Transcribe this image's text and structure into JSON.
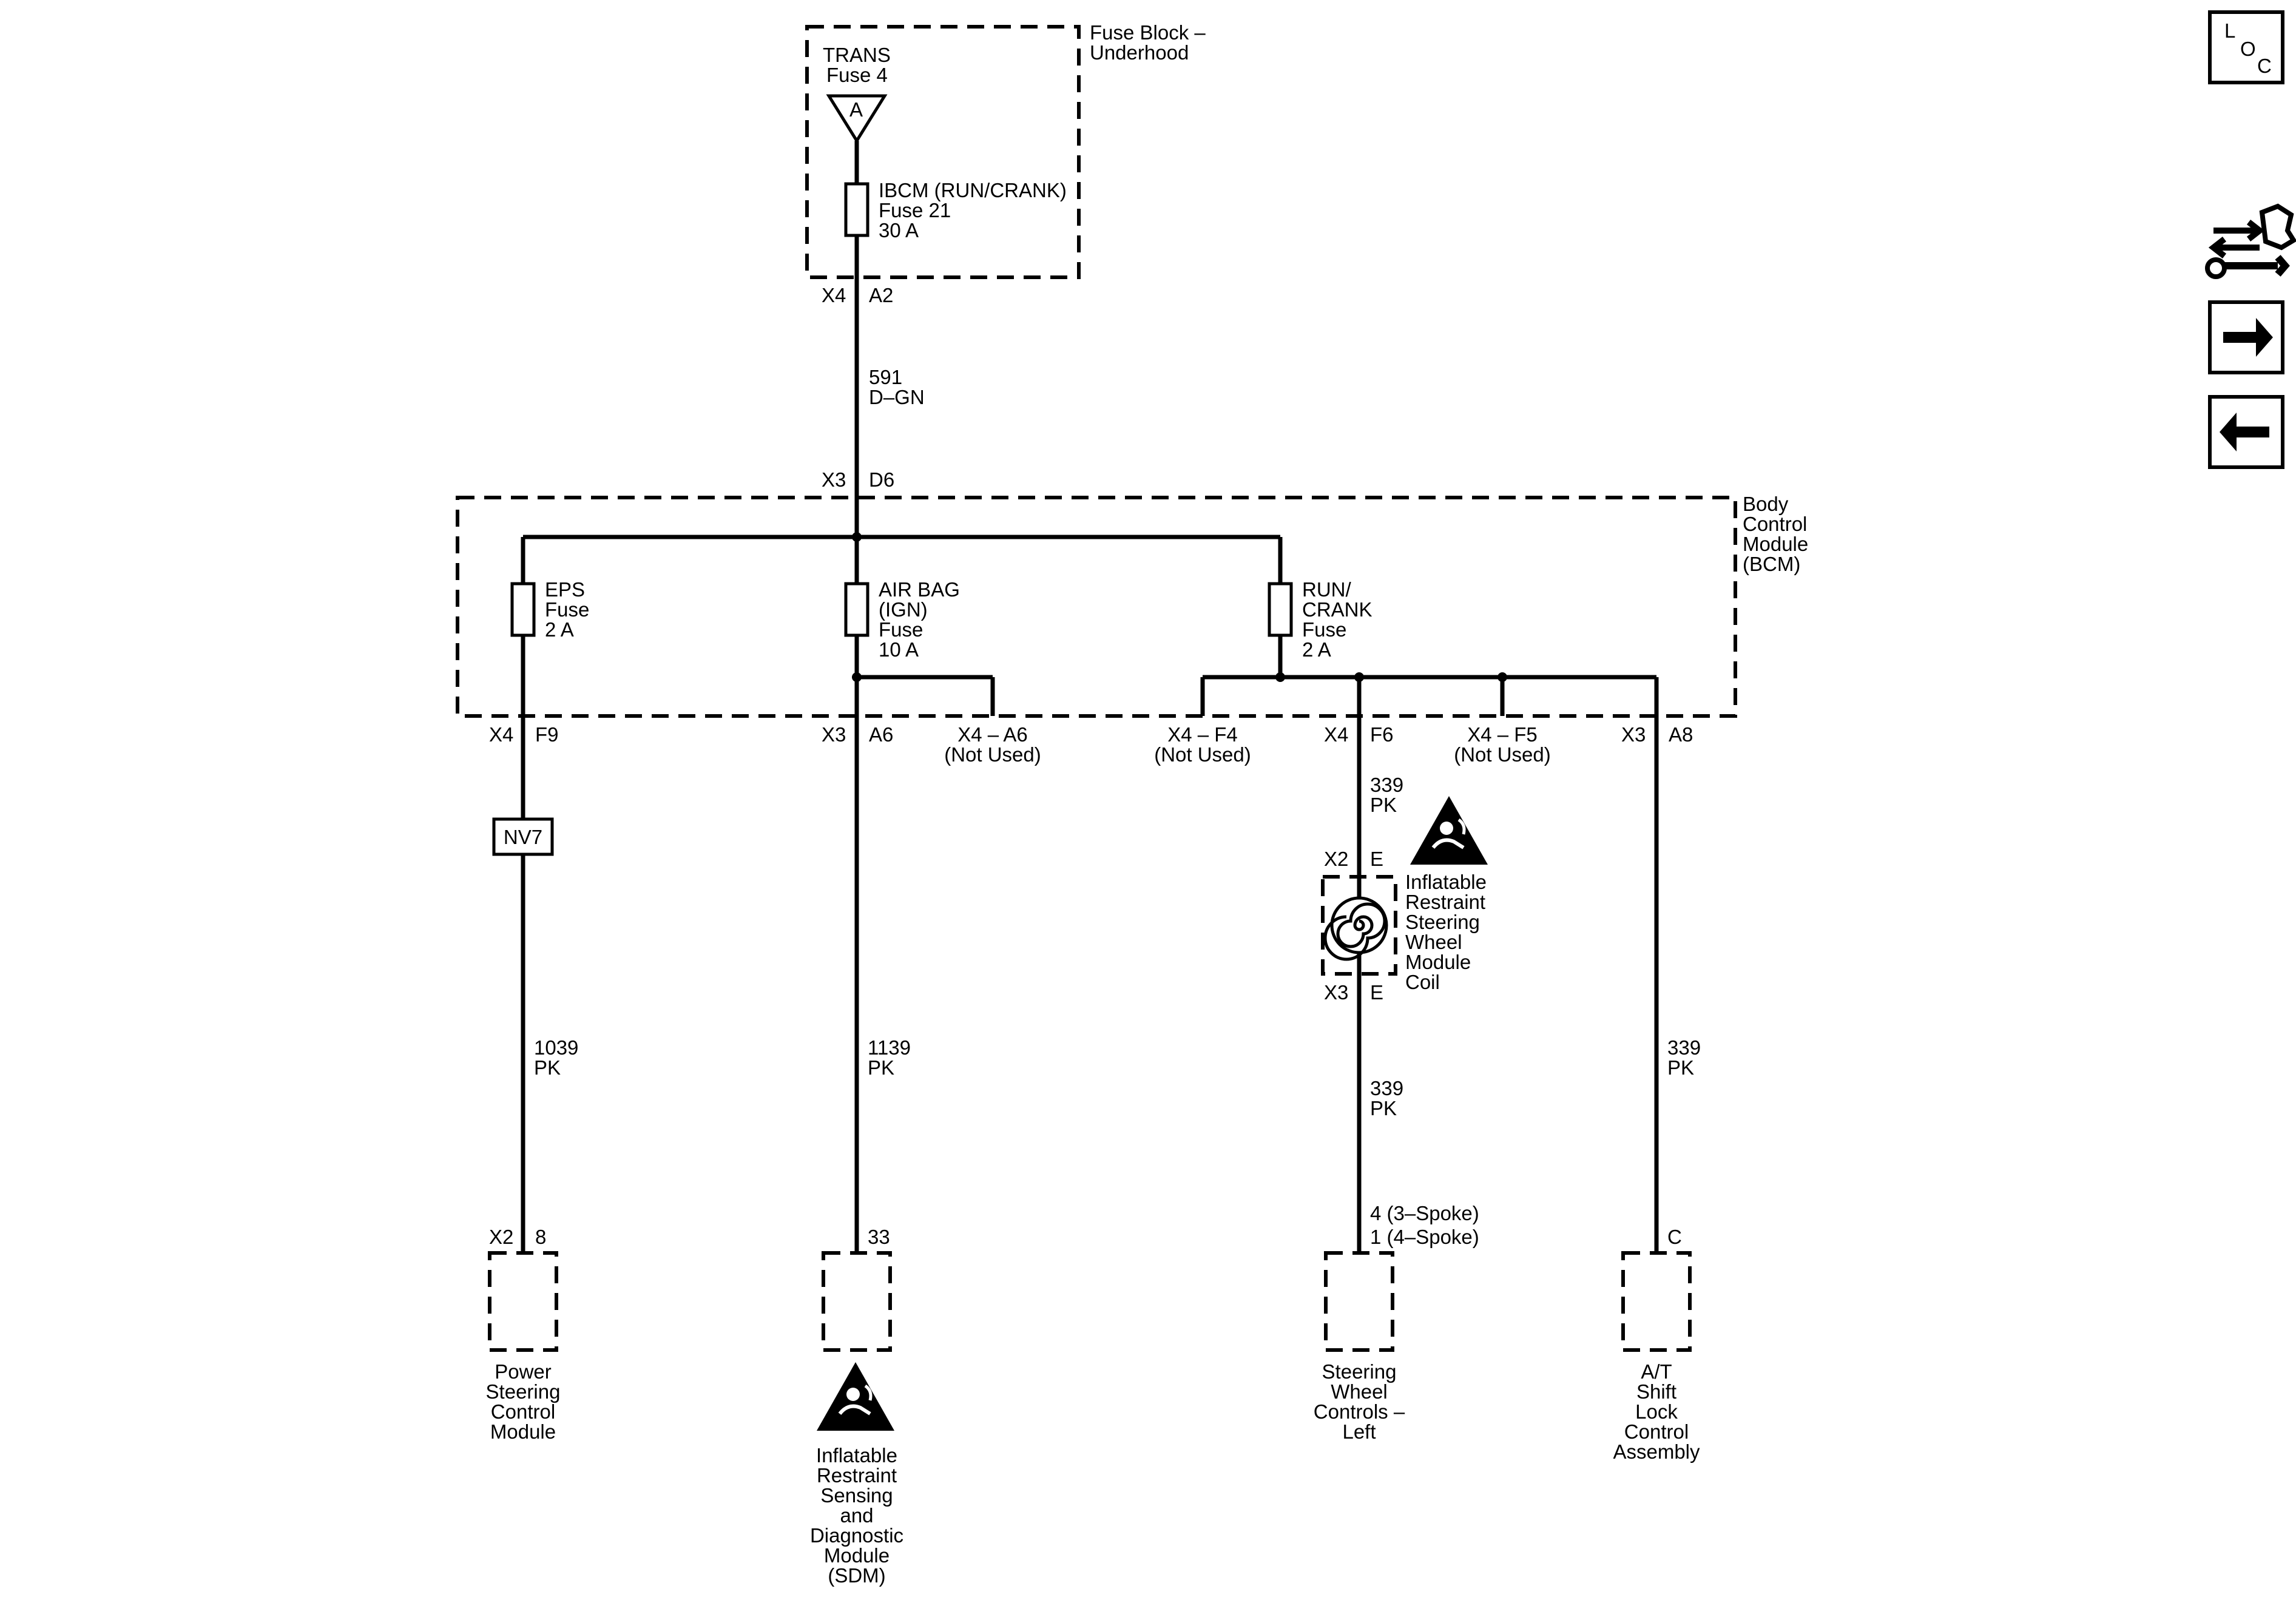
{
  "fuse_block": {
    "title": [
      "Fuse Block –",
      "Underhood"
    ],
    "trans_fuse": [
      "TRANS",
      "Fuse 4"
    ],
    "trans_symbol": "A",
    "ibcm_fuse": [
      "IBCM (RUN/CRANK)",
      "Fuse 21",
      "30 A"
    ],
    "out_connector": "X4",
    "out_pin": "A2"
  },
  "wire_main": [
    "591",
    "D–GN"
  ],
  "bcm": {
    "title": [
      "Body",
      "Control",
      "Module",
      "(BCM)"
    ],
    "in_connector": "X3",
    "in_pin": "D6",
    "eps_fuse": [
      "EPS",
      "Fuse",
      "2 A"
    ],
    "airbag_fuse": [
      "AIR BAG",
      "(IGN)",
      "Fuse",
      "10 A"
    ],
    "runcrank_fuse": [
      "RUN/",
      "CRANK",
      "Fuse",
      "2 A"
    ],
    "pins": {
      "x4": "X4",
      "f9": "F9",
      "x3a": "X3",
      "a6": "A6",
      "x4a6": "X4 – A6",
      "x4f4": "X4 – F4",
      "x4f": "X4",
      "f6": "F6",
      "x4f5": "X4 – F5",
      "x3b": "X3",
      "a8": "A8",
      "not_used": "(Not Used)"
    }
  },
  "splice": "NV7",
  "wires": {
    "w1039": [
      "1039",
      "PK"
    ],
    "w1139": [
      "1139",
      "PK"
    ],
    "w339a": [
      "339",
      "PK"
    ],
    "w339b": [
      "339",
      "PK"
    ],
    "w339c": [
      "339",
      "PK"
    ]
  },
  "coil": {
    "top_connector": "X2",
    "top_pin": "E",
    "bot_connector": "X3",
    "bot_pin": "E",
    "label": [
      "Inflatable",
      "Restraint",
      "Steering",
      "Wheel",
      "Module",
      "Coil"
    ]
  },
  "modules": {
    "psc": {
      "connector": "X2",
      "pin": "8",
      "label": [
        "Power",
        "Steering",
        "Control",
        "Module"
      ]
    },
    "sdm": {
      "pin": "33",
      "label": [
        "Inflatable",
        "Restraint",
        "Sensing",
        "and",
        "Diagnostic",
        "Module",
        "(SDM)"
      ]
    },
    "swc": {
      "pin": [
        "4 (3–Spoke)",
        "1 (4–Spoke)"
      ],
      "label": [
        "Steering",
        "Wheel",
        "Controls –",
        "Left"
      ]
    },
    "atsl": {
      "pin": "C",
      "label": [
        "A/T",
        "Shift",
        "Lock",
        "Control",
        "Assembly"
      ]
    }
  },
  "nav": {
    "loc": [
      "L",
      "O",
      "C"
    ],
    "tools_icon": "disassembly-tools-icon",
    "next_icon": "arrow-right-icon",
    "prev_icon": "arrow-left-icon"
  }
}
